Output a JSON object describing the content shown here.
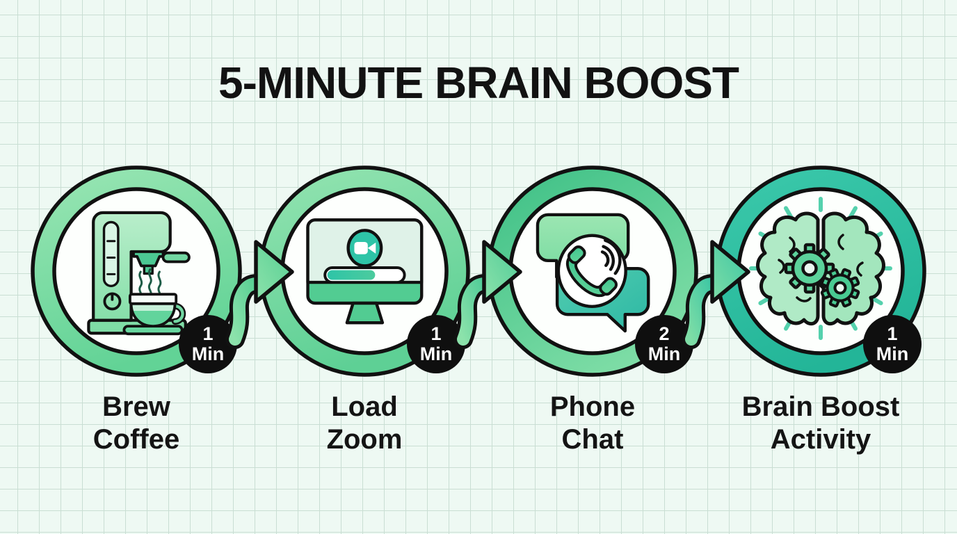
{
  "title": "5-MINUTE BRAIN BOOST",
  "steps": [
    {
      "name": "brew-coffee",
      "label_line1": "Brew",
      "label_line2": "Coffee",
      "duration_value": "1",
      "duration_unit": "Min",
      "icon": "coffee-machine-icon"
    },
    {
      "name": "load-zoom",
      "label_line1": "Load",
      "label_line2": "Zoom",
      "duration_value": "1",
      "duration_unit": "Min",
      "icon": "zoom-video-monitor-icon"
    },
    {
      "name": "phone-chat",
      "label_line1": "Phone",
      "label_line2": "Chat",
      "duration_value": "2",
      "duration_unit": "Min",
      "icon": "phone-chat-bubbles-icon"
    },
    {
      "name": "brain-boost-activity",
      "label_line1": "Brain Boost",
      "label_line2": "Activity",
      "duration_value": "1",
      "duration_unit": "Min",
      "icon": "brain-gears-icon"
    }
  ],
  "colors": {
    "background": "#eef9f3",
    "grid_line": "#c9ded3",
    "ring_green_light": "#92e4b0",
    "ring_green_dark": "#5fd295",
    "ring_green_deep": "#3cbf85",
    "ring_teal": "#2fc0a3",
    "arrow_green": "#7edca6",
    "icon_teal": "#2ec4a7",
    "icon_green": "#5ed39b",
    "icon_green_pale": "#b0eac6",
    "badge_background": "#0f0f0f",
    "badge_text": "#ffffff",
    "title_text": "#121212",
    "label_text": "#141414"
  }
}
